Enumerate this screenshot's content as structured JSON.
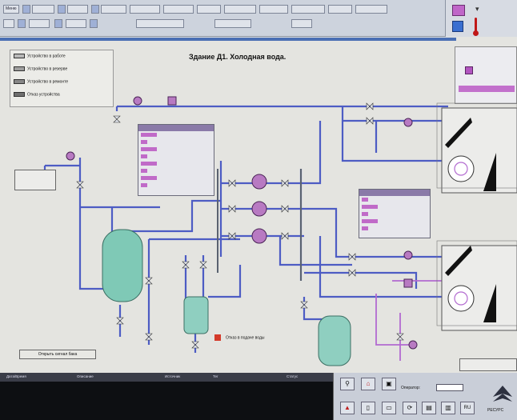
{
  "screen_title": "Здание Д1. Холодная вода.",
  "toolbar": {
    "row1": [
      "Меню",
      "",
      "",
      "",
      "",
      "",
      "",
      "",
      "",
      "",
      "",
      "",
      "",
      "",
      ""
    ],
    "row2": [
      "",
      "",
      "",
      "",
      "",
      "",
      "",
      "",
      ""
    ]
  },
  "legend": {
    "items": [
      "Устройство в работе",
      "Устройство в резерве",
      "Устройство в ремонте",
      "Отказ устройства"
    ]
  },
  "tank_button_label": "Открыть сигнал бака",
  "note_label": "Отказ в подаче воды",
  "alarm_list": {
    "columns": [
      "Дата/Время",
      "Описание",
      "Источник",
      "Тег",
      "Статус"
    ],
    "rows": [
      [
        "",
        "",
        "",
        "",
        ""
      ],
      [
        "",
        "",
        "",
        "",
        ""
      ],
      [
        "",
        "",
        "",
        "",
        ""
      ],
      [
        "",
        "",
        "",
        "",
        ""
      ],
      [
        "",
        "",
        "",
        "",
        ""
      ]
    ]
  },
  "controls": {
    "operator_label": "Оператор:",
    "logo_text": "РЕСУРС"
  },
  "colors": {
    "pipe": "#4d5cc4",
    "pipe_return": "#b26ad0",
    "tank": "#7fc9b6",
    "pump": "#b87ac2",
    "alarm_bar": "#c06ac8"
  }
}
